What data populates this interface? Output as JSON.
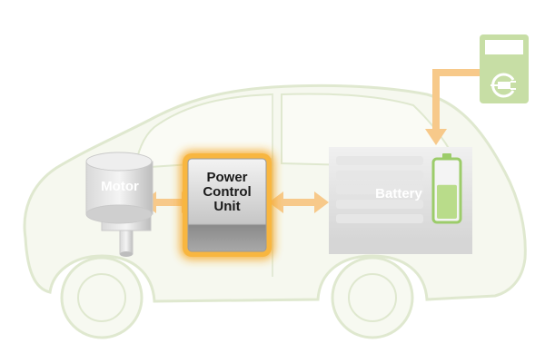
{
  "labels": {
    "motor": "Motor",
    "power_control_unit": [
      "Power",
      "Control",
      "Unit"
    ],
    "battery": "Battery"
  },
  "colors": {
    "car_outline": "#dfe8cf",
    "car_fill": "#f6f8ef",
    "component_gray": "#c8c8c8",
    "pcu_glow": "#f5a623",
    "arrow_orange": "#f7c98a",
    "charger_green": "#c7dea5",
    "battery_level_green": "#9ccc6a"
  },
  "icons": [
    "charging-plug-icon",
    "battery-level-icon"
  ],
  "battery_charge_level": 0.6
}
